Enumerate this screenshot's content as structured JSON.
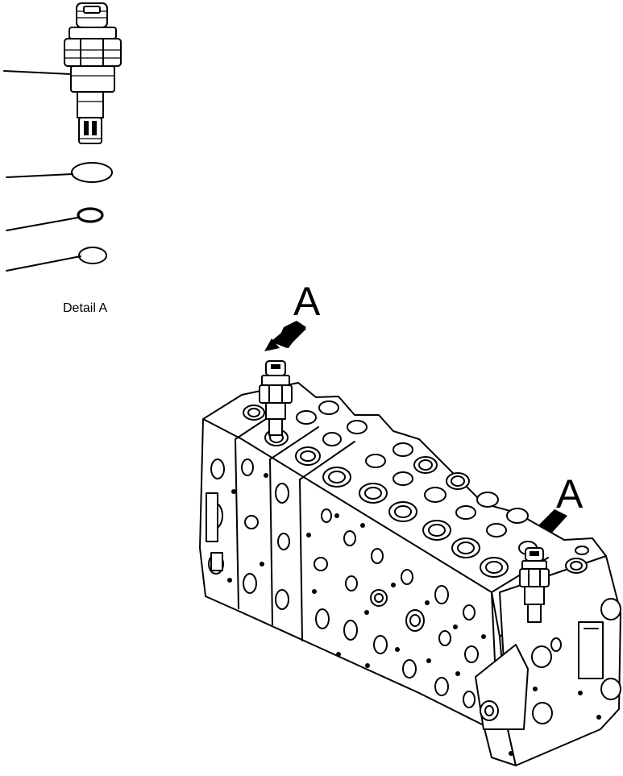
{
  "detail": {
    "caption": "Detail A"
  },
  "callouts": [
    {
      "letter": "A"
    },
    {
      "letter": "A"
    }
  ]
}
